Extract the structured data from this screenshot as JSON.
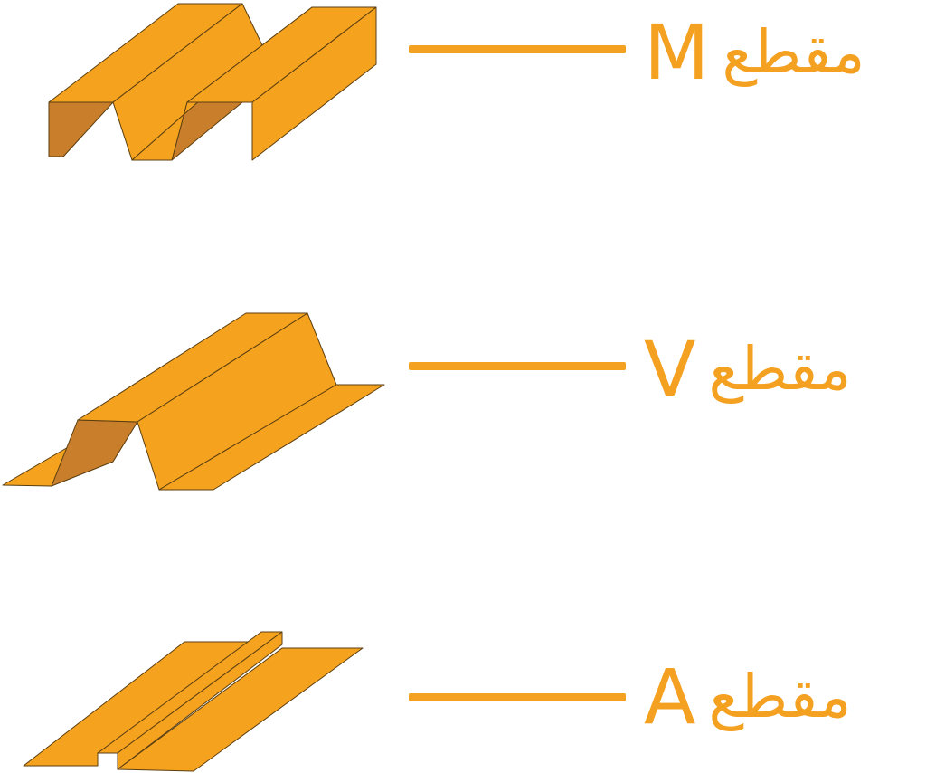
{
  "colors": {
    "accent": "#F4A020",
    "face_light": "#F5A21F",
    "face_dark": "#C87E2A",
    "edge": "#5a3e10"
  },
  "profiles": [
    {
      "letter": "M",
      "word": "مقطع"
    },
    {
      "letter": "V",
      "word": "مقطع"
    },
    {
      "letter": "A",
      "word": "مقطع"
    }
  ]
}
